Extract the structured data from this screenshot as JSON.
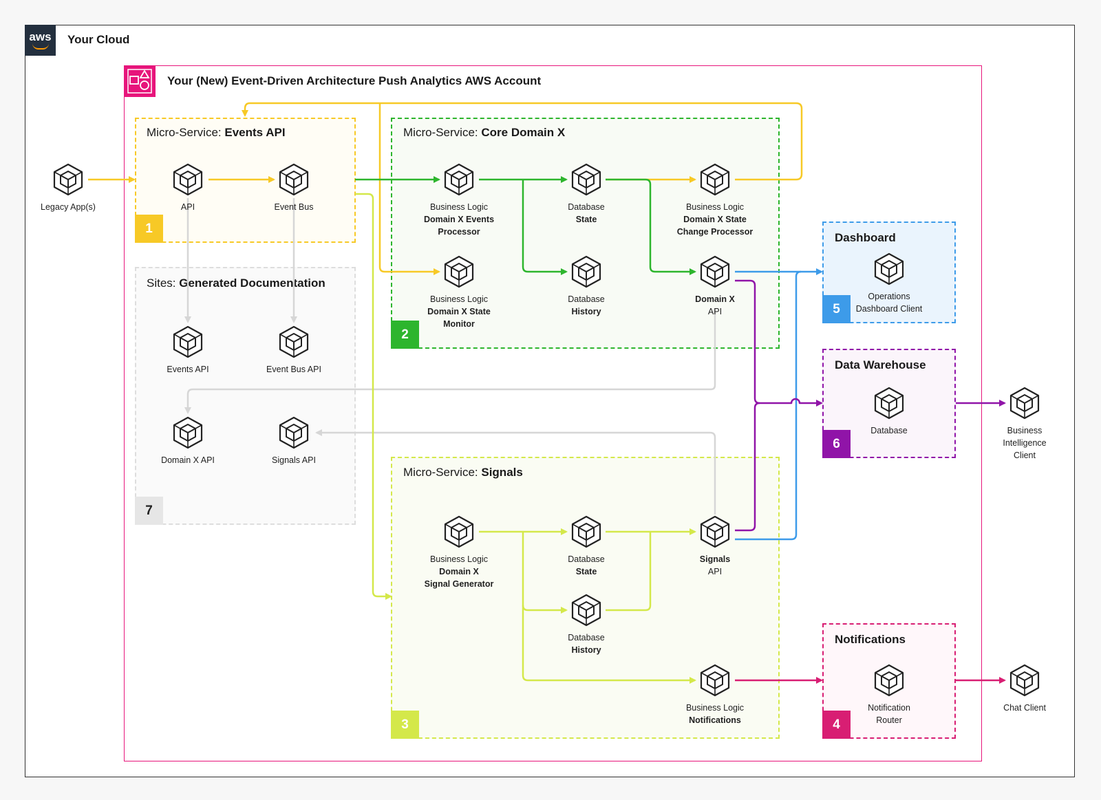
{
  "cloud": {
    "logo": "aws",
    "title": "Your Cloud"
  },
  "account": {
    "title": "Your (New) Event-Driven Architecture Push Analytics AWS Account",
    "icon": "account-shapes-icon"
  },
  "groups": {
    "events_api": {
      "prefix": "Micro-Service: ",
      "name": "Events API",
      "badge": "1",
      "color": "#f7c926"
    },
    "core_domain": {
      "prefix": "Micro-Service: ",
      "name": "Core Domain X",
      "badge": "2",
      "color": "#2db52d"
    },
    "signals": {
      "prefix": "Micro-Service: ",
      "name": "Signals",
      "badge": "3",
      "color": "#d4e84a"
    },
    "notifications": {
      "name": "Notifications",
      "badge": "4",
      "color": "#d81e73"
    },
    "dashboard": {
      "name": "Dashboard",
      "badge": "5",
      "color": "#3d9be9"
    },
    "data_warehouse": {
      "name": "Data Warehouse",
      "badge": "6",
      "color": "#9014a8"
    },
    "docs": {
      "prefix": "Sites: ",
      "name": "Generated Documentation",
      "badge": "7",
      "color": "#e6e6e6"
    }
  },
  "nodes": {
    "legacy": {
      "line1": "Legacy App(s)"
    },
    "api": {
      "line1": "API"
    },
    "event_bus": {
      "line1": "Event Bus"
    },
    "bl_events_processor": {
      "line1": "Business Logic",
      "line2": "Domain X Events",
      "line3": "Processor"
    },
    "db_state_core": {
      "line1": "Database",
      "line2": "State"
    },
    "bl_state_change": {
      "line1": "Business Logic",
      "line2": "Domain X State",
      "line3": "Change Processor"
    },
    "bl_state_monitor": {
      "line1": "Business Logic",
      "line2": "Domain X State",
      "line3": "Monitor"
    },
    "db_history_core": {
      "line1": "Database",
      "line2": "History"
    },
    "domain_x_api": {
      "line1": "Domain X",
      "line2": "API"
    },
    "doc_events_api": {
      "line1": "Events API"
    },
    "doc_event_bus_api": {
      "line1": "Event Bus API"
    },
    "doc_domain_x_api": {
      "line1": "Domain X API"
    },
    "doc_signals_api": {
      "line1": "Signals API"
    },
    "bl_signal_gen": {
      "line1": "Business Logic",
      "line2": "Domain X",
      "line3": "Signal Generator"
    },
    "db_state_signals": {
      "line1": "Database",
      "line2": "State"
    },
    "signals_api": {
      "line1": "Signals",
      "line2": "API"
    },
    "db_history_signals": {
      "line1": "Database",
      "line2": "History"
    },
    "bl_notifications": {
      "line1": "Business Logic",
      "line2": "Notifications"
    },
    "ops_dashboard": {
      "line1": "Operations",
      "line2": "Dashboard Client"
    },
    "dw_database": {
      "line1": "Database"
    },
    "bi_client": {
      "line1": "Business",
      "line2": "Intelligence",
      "line3": "Client"
    },
    "notification_router": {
      "line1": "Notification",
      "line2": "Router"
    },
    "chat_client": {
      "line1": "Chat Client"
    }
  },
  "colors": {
    "yellow": "#f7c926",
    "green": "#2db52d",
    "lime": "#d4e84a",
    "blue": "#3d9be9",
    "purple": "#9014a8",
    "pink": "#d81e73",
    "grey": "#d6d6d6"
  }
}
